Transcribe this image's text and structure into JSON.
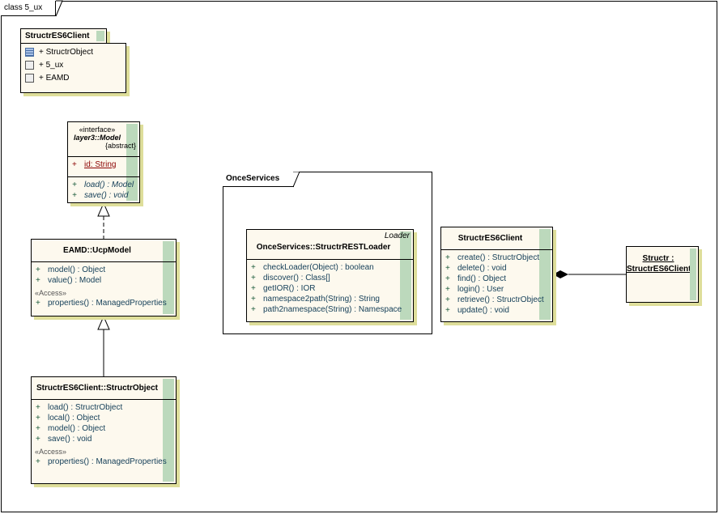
{
  "diagram": {
    "title": "class 5_ux"
  },
  "package_widget": {
    "title": "StructrES6Client",
    "items": [
      {
        "icon": "class-icon",
        "label": "+ StructrObject"
      },
      {
        "icon": "package-icon",
        "label": "+ 5_ux"
      },
      {
        "icon": "package-icon",
        "label": "+ EAMD"
      }
    ]
  },
  "model_interface": {
    "stereotype": "«interface»",
    "name": "layer3::Model",
    "constraint": "{abstract}",
    "attributes": [
      {
        "vis": "+",
        "text": "id:  String"
      }
    ],
    "operations": [
      {
        "vis": "+",
        "text": "load() : Model"
      },
      {
        "vis": "+",
        "text": "save() : void"
      }
    ]
  },
  "ucp_model": {
    "name": "EAMD::UcpModel",
    "operations": [
      {
        "vis": "+",
        "text": "model() : Object"
      },
      {
        "vis": "+",
        "text": "value() : Model"
      }
    ],
    "access_stereotype": "«Access»",
    "access_operations": [
      {
        "vis": "+",
        "text": "properties() : ManagedProperties"
      }
    ]
  },
  "structr_object": {
    "name": "StructrES6Client::StructrObject",
    "operations": [
      {
        "vis": "+",
        "text": "load() : StructrObject"
      },
      {
        "vis": "+",
        "text": "local() : Object"
      },
      {
        "vis": "+",
        "text": "model() : Object"
      },
      {
        "vis": "+",
        "text": "save() : void"
      }
    ],
    "access_stereotype": "«Access»",
    "access_operations": [
      {
        "vis": "+",
        "text": "properties() : ManagedProperties"
      }
    ]
  },
  "once_services": {
    "title": "OnceServices",
    "loader": {
      "stereotype": "Loader",
      "name": "OnceServices::StructrRESTLoader",
      "operations": [
        {
          "vis": "+",
          "text": "checkLoader(Object) : boolean"
        },
        {
          "vis": "+",
          "text": "discover() : Class[]"
        },
        {
          "vis": "+",
          "text": "getIOR() : IOR"
        },
        {
          "vis": "+",
          "text": "namespace2path(String) : String"
        },
        {
          "vis": "+",
          "text": "path2namespace(String) : Namespace"
        }
      ]
    }
  },
  "es6_client": {
    "name": "StructrES6Client",
    "operations": [
      {
        "vis": "+",
        "text": "create() : StructrObject"
      },
      {
        "vis": "+",
        "text": "delete() : void"
      },
      {
        "vis": "+",
        "text": "find() : Object"
      },
      {
        "vis": "+",
        "text": "login() : User"
      },
      {
        "vis": "+",
        "text": "retrieve() : StructrObject"
      },
      {
        "vis": "+",
        "text": "update() : void"
      }
    ]
  },
  "instance": {
    "line1": "Structr :",
    "line2": "StructrES6Client"
  },
  "colors": {
    "class_fill": "#fdf9ee",
    "strip": "#bcd9bc",
    "shadow": "#dede9a",
    "attribute": "#8b0000",
    "operation": "#17415a"
  }
}
